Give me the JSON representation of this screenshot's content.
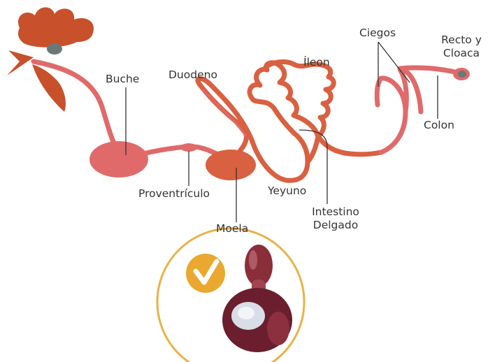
{
  "labels": {
    "buche": "Buche",
    "duodeno": "Duodeno",
    "ileon": "Íleon",
    "ciegos": "Ciegos",
    "recto_line1": "Recto y",
    "recto_line2": "Cloaca",
    "colon": "Colon",
    "proventriculo": "Proventrículo",
    "yeyuno": "Yeyuno",
    "intestino_line1": "Intestino",
    "intestino_line2": "Delgado",
    "moela": "Moela"
  },
  "colors": {
    "comb_beak": "#c8502a",
    "tract": "#e06a6a",
    "intestine": "#d96040",
    "eye": "#6b7878",
    "circle_ring": "#e8b24a",
    "badge": "#eaa830",
    "leader": "#333333"
  },
  "icons": {
    "badge": "checkmark-icon"
  }
}
